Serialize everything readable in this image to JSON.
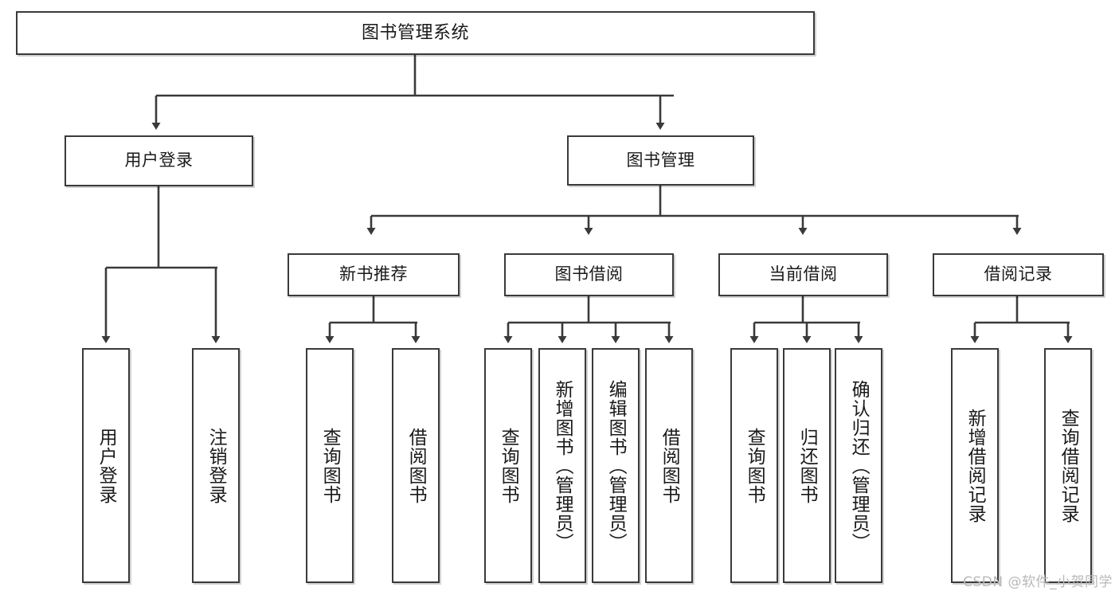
{
  "diagram": {
    "title": "图书管理系统",
    "type": "tree",
    "orientation": "top-down",
    "colors": {
      "box_border": "#3a3a3a",
      "box_fill": "#ffffff",
      "edge": "#3a3a3a",
      "background": "#ffffff",
      "watermark": "#b8b8b8"
    },
    "root": {
      "id": "root",
      "label": "图书管理系统"
    },
    "level2": [
      {
        "id": "user-login",
        "label": "用户登录"
      },
      {
        "id": "book-manage",
        "label": "图书管理"
      }
    ],
    "level3": [
      {
        "id": "new-book-recommend",
        "label": "新书推荐",
        "parent": "book-manage"
      },
      {
        "id": "book-borrow",
        "label": "图书借阅",
        "parent": "book-manage"
      },
      {
        "id": "current-borrow",
        "label": "当前借阅",
        "parent": "book-manage"
      },
      {
        "id": "borrow-record",
        "label": "借阅记录",
        "parent": "book-manage"
      }
    ],
    "leaves": {
      "user_login": [
        {
          "id": "leaf-user-login",
          "label": "用户登录"
        },
        {
          "id": "leaf-logout",
          "label": "注销登录"
        }
      ],
      "new_book_recommend": [
        {
          "id": "leaf-query-book-1",
          "label": "查询图书"
        },
        {
          "id": "leaf-borrow-book-1",
          "label": "借阅图书"
        }
      ],
      "book_borrow": [
        {
          "id": "leaf-query-book-2",
          "label": "查询图书"
        },
        {
          "id": "leaf-add-book",
          "label": "新增图书（管理员）"
        },
        {
          "id": "leaf-edit-book",
          "label": "编辑图书（管理员）"
        },
        {
          "id": "leaf-borrow-book-2",
          "label": "借阅图书"
        }
      ],
      "current_borrow": [
        {
          "id": "leaf-query-book-3",
          "label": "查询图书"
        },
        {
          "id": "leaf-return-book",
          "label": "归还图书"
        },
        {
          "id": "leaf-confirm-return",
          "label": "确认归还（管理员）"
        }
      ],
      "borrow_record": [
        {
          "id": "leaf-add-record",
          "label": "新增借阅记录"
        },
        {
          "id": "leaf-query-record",
          "label": "查询借阅记录"
        }
      ]
    }
  },
  "watermark": {
    "text": "CSDN @软件_小贺同学"
  }
}
